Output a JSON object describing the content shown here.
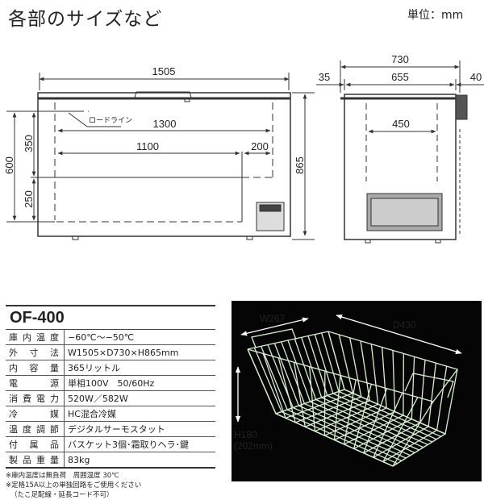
{
  "header": {
    "title": "各部のサイズなど",
    "unit": "単位：mm"
  },
  "front_view": {
    "width": "1505",
    "height": "865",
    "load_line": "ロードライン",
    "inner_width": "1300",
    "basket_width": "1100",
    "basket_side": "200",
    "left_total": "600",
    "upper": "350",
    "lower": "250"
  },
  "side_view": {
    "depth": "730",
    "body_depth": "655",
    "left_offset": "35",
    "right_offset": "40",
    "inner_depth": "450"
  },
  "spec": {
    "model": "OF-400",
    "rows": [
      {
        "label": "庫内温度",
        "value": "−60℃〜−50℃"
      },
      {
        "label": "外寸法",
        "value": "W1505×D730×H865mm"
      },
      {
        "label": "内容量",
        "value": "365リットル"
      },
      {
        "label": "電源",
        "value": "単相100V　50/60Hz"
      },
      {
        "label": "消費電力",
        "value": "520W／582W"
      },
      {
        "label": "冷媒",
        "value": "HC混合冷媒"
      },
      {
        "label": "温度調節",
        "value": "デジタルサーモスタット"
      },
      {
        "label": "付属品",
        "value": "バスケット3個･霜取りヘラ･鍵"
      },
      {
        "label": "製品重量",
        "value": "83kg"
      }
    ],
    "notes": [
      "※庫内温度は無負荷　周囲温度 30℃",
      "※定格15A以上の単独回路をご使用ください",
      "（たこ足配線・延長コード不可）"
    ]
  },
  "basket": {
    "width": "W267",
    "depth": "D430",
    "height": "H180",
    "height_alt": "(202mm)",
    "line_color": "#d8f0d0"
  }
}
